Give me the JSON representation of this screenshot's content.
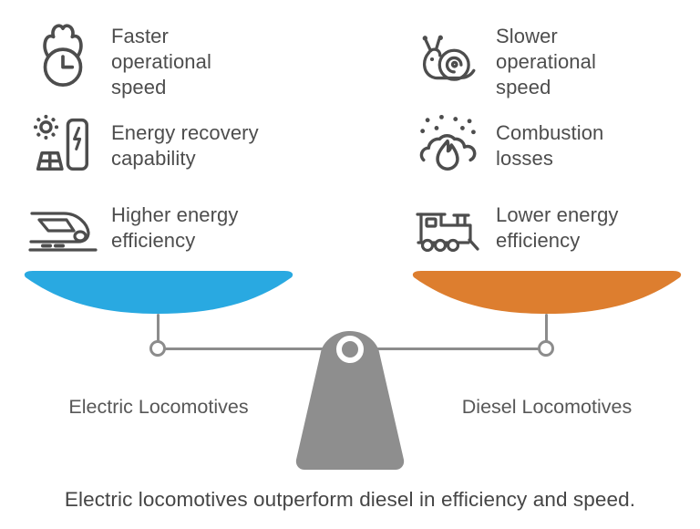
{
  "features": {
    "left": [
      {
        "icon": "flame-clock-icon",
        "label": "Faster\noperational\nspeed"
      },
      {
        "icon": "renewable-energy-icon",
        "label": "Energy recovery\ncapability"
      },
      {
        "icon": "electric-train-icon",
        "label": "Higher energy\nefficiency"
      }
    ],
    "right": [
      {
        "icon": "snail-icon",
        "label": "Slower\noperational\nspeed"
      },
      {
        "icon": "combustion-icon",
        "label": "Combustion\nlosses"
      },
      {
        "icon": "steam-locomotive-icon",
        "label": "Lower energy\nefficiency"
      }
    ]
  },
  "scale": {
    "left_label": "Electric Locomotives",
    "right_label": "Diesel Locomotives",
    "left_pan_color": "#29A9E1",
    "right_pan_color": "#DD7E2F",
    "fulcrum_color": "#8E8E8E"
  },
  "caption": "Electric locomotives outperform diesel in efficiency and speed."
}
